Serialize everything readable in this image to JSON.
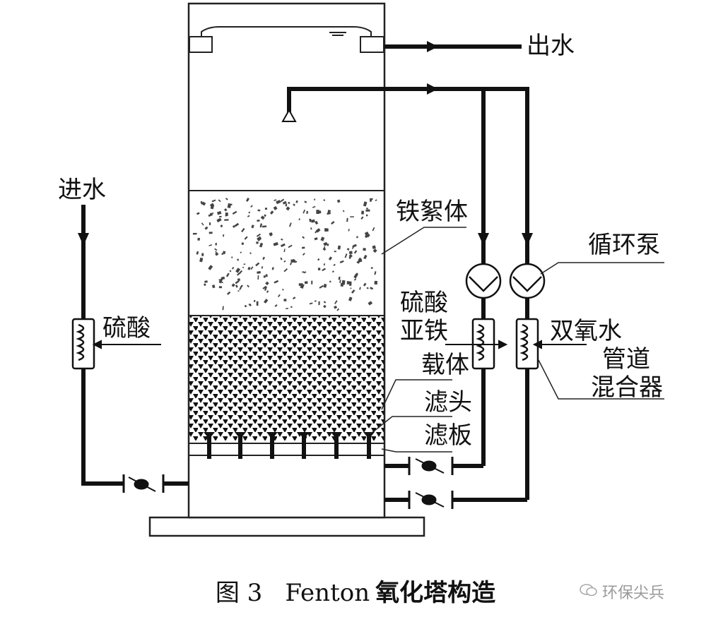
{
  "labels": {
    "inlet": "进水",
    "outlet": "出水",
    "sulfuric_acid": "硫酸",
    "iron_floc": "铁絮体",
    "ferrous_sulfate_line1": "硫酸",
    "ferrous_sulfate_line2": "亚铁",
    "circulation_pump": "循环泵",
    "hydrogen_peroxide": "双氧水",
    "pipe_mixer_line1": "管道",
    "pipe_mixer_line2": "混合器",
    "carrier": "载体",
    "filter_head": "滤头",
    "filter_plate": "滤板"
  },
  "caption": {
    "figure": "图 3",
    "name": "Fenton",
    "title": "氧化塔构造"
  },
  "watermark": "环保尖兵"
}
